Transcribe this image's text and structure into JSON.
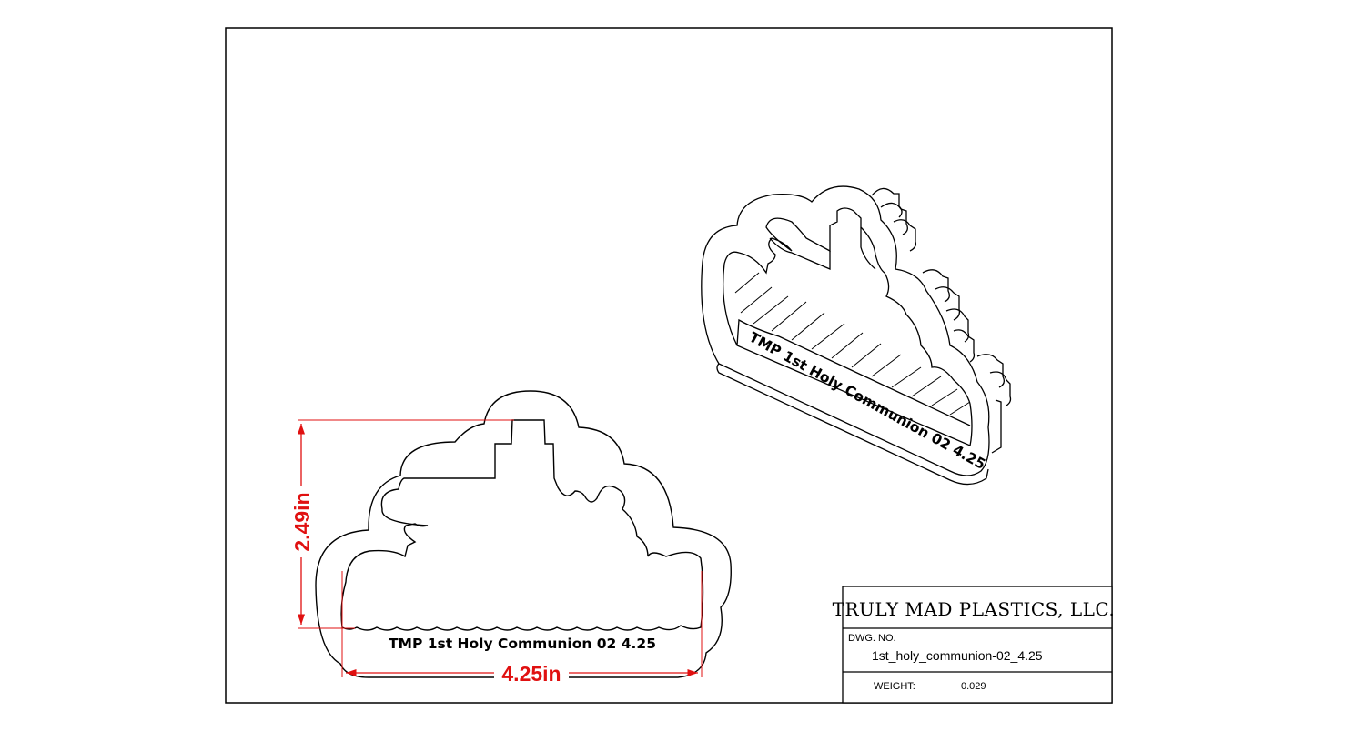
{
  "drawing": {
    "front_view": {
      "engraving": "TMP  1st Holy Communion 02  4.25",
      "height_dim": "2.49in",
      "width_dim": "4.25in"
    },
    "iso_view": {
      "engraving": "TMP  1st Holy Communion 02  4.25"
    },
    "title_block": {
      "company": "TRULY MAD PLASTICS, LLC.",
      "dwg_no_label": "DWG. NO.",
      "dwg_no": "1st_holy_communion-02_4.25",
      "weight_label": "WEIGHT:",
      "weight_value": "0.029"
    },
    "colors": {
      "dimension": "#e01010",
      "line": "#000000"
    }
  }
}
